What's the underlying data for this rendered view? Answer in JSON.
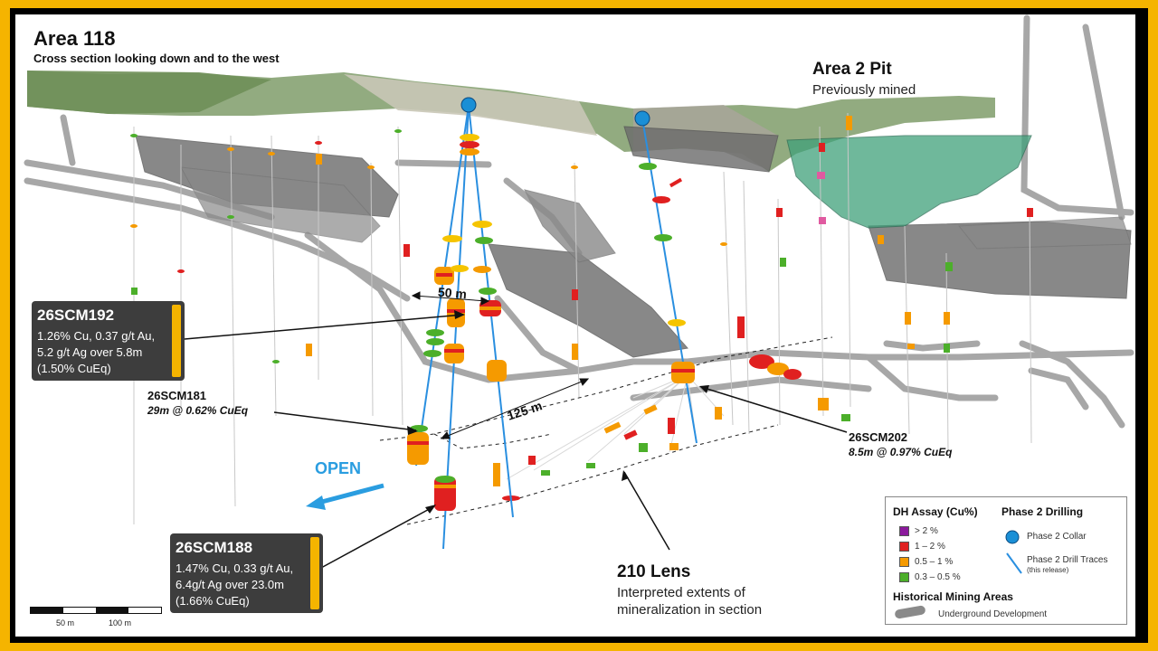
{
  "header": {
    "title": "Area 118",
    "subtitle": "Cross section looking down and to the west"
  },
  "pit": {
    "title": "Area 2 Pit",
    "subtitle": "Previously mined"
  },
  "callouts": {
    "c192": {
      "id": "26SCM192",
      "lines": [
        "1.26% Cu, 0.37 g/t Au,",
        "5.2 g/t Ag over 5.8m",
        "(1.50% CuEq)"
      ]
    },
    "c188": {
      "id": "26SCM188",
      "lines": [
        "1.47% Cu, 0.33 g/t Au,",
        "6.4g/t Ag over 23.0m",
        "(1.66% CuEq)"
      ]
    }
  },
  "labels": {
    "c181_id": "26SCM181",
    "c181_val": "29m @ 0.62% CuEq",
    "c202_id": "26SCM202",
    "c202_val": "8.5m @ 0.97% CuEq",
    "open": "OPEN",
    "dist_50": "50 m",
    "dist_125": "125 m"
  },
  "lens": {
    "title": "210 Lens",
    "line1": "Interpreted extents of",
    "line2": "mineralization in section"
  },
  "legend": {
    "assay_title": "DH Assay (Cu%)",
    "drilling_title": "Phase 2 Drilling",
    "assay_items": [
      {
        "label": "> 2 %",
        "color": "#8b1a9c"
      },
      {
        "label": "1 – 2 %",
        "color": "#e02020"
      },
      {
        "label": "0.5 – 1 %",
        "color": "#f59a00"
      },
      {
        "label": "0.3 – 0.5 %",
        "color": "#4caf2a"
      }
    ],
    "collar_label": "Phase 2 Collar",
    "trace_label": "Phase 2 Drill Traces",
    "trace_note": "(this release)",
    "historical_title": "Historical Mining Areas",
    "ug_label": "Underground Development"
  },
  "scale": {
    "label_50": "50 m",
    "label_100": "100 m"
  },
  "colors": {
    "frame": "#f5b400",
    "collar": "#1a8fd6",
    "trace": "#2a8fe0",
    "pit_fill": "#3fa07a",
    "workings": "#6b6b6b"
  }
}
